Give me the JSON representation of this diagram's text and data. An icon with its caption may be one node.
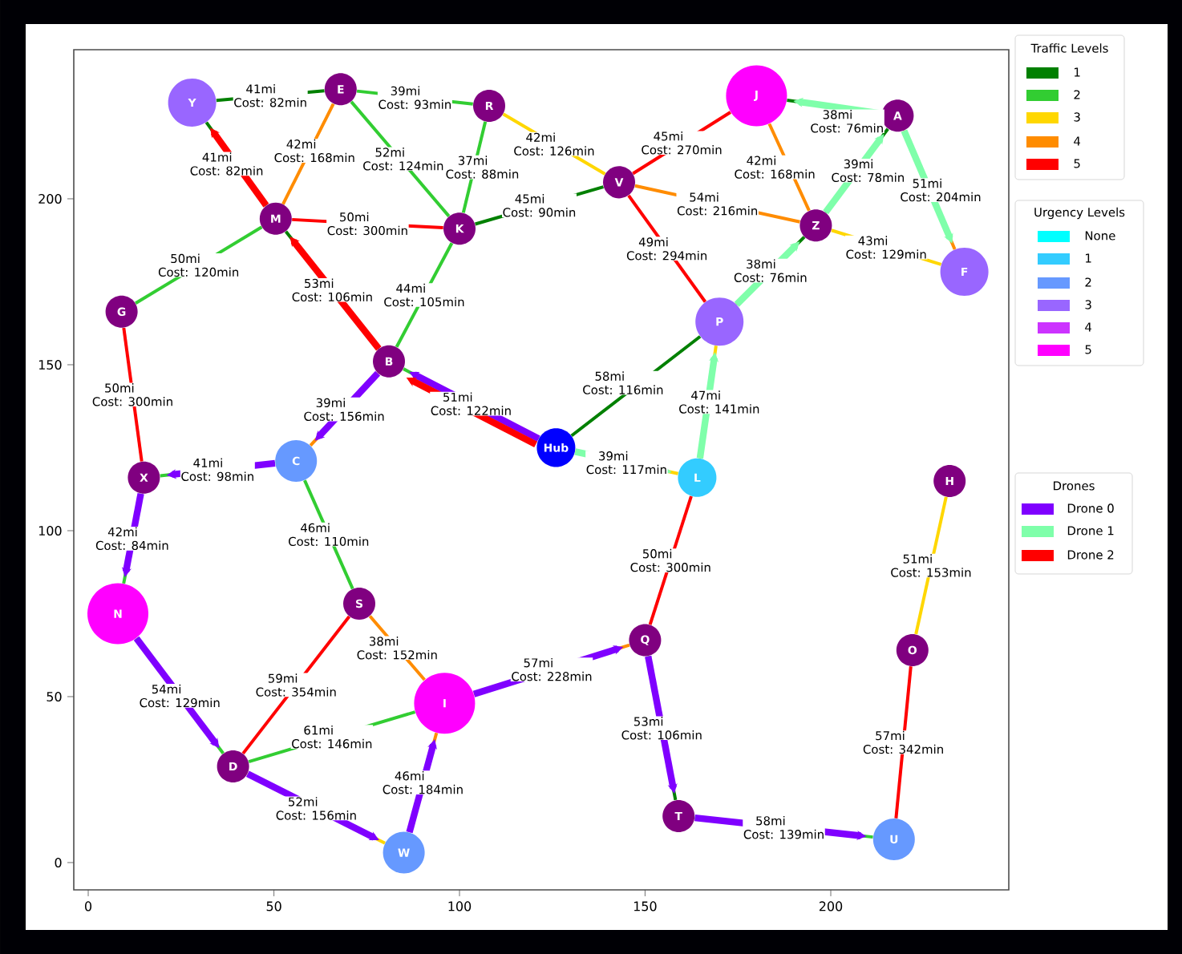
{
  "diagram": {
    "nodes": [
      {
        "text": [
          "Y"
        ]
      },
      {
        "text": [
          "E"
        ]
      },
      {
        "text": [
          "R"
        ]
      },
      {
        "text": [
          "J"
        ]
      },
      {
        "text": [
          "A"
        ]
      },
      {
        "text": [
          "M"
        ]
      },
      {
        "text": [
          "K"
        ]
      },
      {
        "text": [
          "V"
        ]
      },
      {
        "text": [
          "Z"
        ]
      },
      {
        "text": [
          "F"
        ]
      },
      {
        "text": [
          "G"
        ]
      },
      {
        "text": [
          "P"
        ]
      },
      {
        "text": [
          "B"
        ]
      },
      {
        "text": [
          "Hub"
        ]
      },
      {
        "text": [
          "C"
        ]
      },
      {
        "text": [
          "X"
        ]
      },
      {
        "text": [
          "L"
        ]
      },
      {
        "text": [
          "H"
        ]
      },
      {
        "text": [
          "N"
        ]
      },
      {
        "text": [
          "S"
        ]
      },
      {
        "text": [
          "Q"
        ]
      },
      {
        "text": [
          "O"
        ]
      },
      {
        "text": [
          "I"
        ]
      },
      {
        "text": [
          "D"
        ]
      },
      {
        "text": [
          "T"
        ]
      },
      {
        "text": [
          "U"
        ]
      },
      {
        "text": [
          "W"
        ]
      }
    ],
    "edges": [
      {
        "from": 0,
        "to": 1,
        "arrow": "none",
        "label": "41mi Cost: 82min",
        "color": "#008000"
      },
      {
        "from": 1,
        "to": 2,
        "arrow": "none",
        "label": "39mi Cost: 93min"
      },
      {
        "from": 2,
        "to": 7,
        "arrow": "none",
        "label": "42mi Cost: 126min",
        "color": "#ffd700"
      },
      {
        "from": 7,
        "to": 3,
        "arrow": "none",
        "label": "45mi Cost: 270min",
        "color": "#ff0000"
      },
      {
        "from": 3,
        "to": 4,
        "arrow": "none",
        "label": "38mi Cost: 76min",
        "color": "#008000"
      },
      {
        "from": 4,
        "to": 9,
        "arrow": "none",
        "label": "51mi Cost: 204min",
        "color": "#ff8c00"
      },
      {
        "from": 3,
        "to": 8,
        "arrow": "none",
        "label": "42mi Cost: 168min",
        "color": "#ff8c00"
      },
      {
        "from": 8,
        "to": 4,
        "arrow": "none",
        "label": "39mi Cost: 78min",
        "color": "#008000"
      },
      {
        "from": 7,
        "to": 8,
        "arrow": "none",
        "label": "54mi Cost: 216min",
        "color": "#ff8c00"
      },
      {
        "from": 8,
        "to": 9,
        "arrow": "none",
        "label": "43mi Cost: 129min",
        "color": "#ffd700"
      },
      {
        "from": 8,
        "to": 11,
        "arrow": "none",
        "label": "38mi Cost: 76min",
        "color": "#008000"
      },
      {
        "from": 7,
        "to": 11,
        "arrow": "none",
        "label": "49mi Cost: 294min",
        "color": "#ff0000"
      },
      {
        "from": 6,
        "to": 7,
        "arrow": "none",
        "label": "45mi Cost: 90min",
        "color": "#008000"
      },
      {
        "from": 2,
        "to": 6,
        "arrow": "none",
        "label": "37mi Cost: 88min"
      },
      {
        "from": 1,
        "to": 6,
        "arrow": "none",
        "label": "52mi Cost: 124min"
      },
      {
        "from": 1,
        "to": 5,
        "arrow": "none",
        "label": "42mi Cost: 168min",
        "color": "#ff8c00"
      },
      {
        "from": 0,
        "to": 5,
        "arrow": "none",
        "label": "41mi Cost: 82min",
        "color": "#008000"
      },
      {
        "from": 5,
        "to": 6,
        "arrow": "none",
        "label": "50mi Cost: 300min",
        "color": "#ff0000"
      },
      {
        "from": 5,
        "to": 10,
        "arrow": "none",
        "label": "50mi Cost: 120min"
      },
      {
        "from": 5,
        "to": 12,
        "arrow": "none",
        "label": "53mi Cost: 106min",
        "color": "#008000"
      },
      {
        "from": 6,
        "to": 12,
        "arrow": "none",
        "label": "44mi Cost: 105min"
      },
      {
        "from": 10,
        "to": 15,
        "arrow": "none",
        "label": "50mi Cost: 300min",
        "color": "#ff0000"
      },
      {
        "from": 12,
        "to": 14,
        "arrow": "none",
        "label": "39mi Cost: 156min",
        "color": "#ff8c00"
      },
      {
        "from": 12,
        "to": 13,
        "arrow": "none",
        "label": "51mi Cost: 122min"
      },
      {
        "from": 13,
        "to": 11,
        "arrow": "none",
        "label": "58mi Cost: 116min",
        "color": "#008000"
      },
      {
        "from": 16,
        "to": 11,
        "arrow": "none",
        "label": "47mi Cost: 141min",
        "color": "#ffd700"
      },
      {
        "from": 13,
        "to": 16,
        "arrow": "none",
        "label": "39mi Cost: 117min",
        "color": "#ffd700"
      },
      {
        "from": 15,
        "to": 14,
        "arrow": "none",
        "label": "41mi Cost: 98min"
      },
      {
        "from": 14,
        "to": 19,
        "arrow": "none",
        "label": "46mi Cost: 110min"
      },
      {
        "from": 15,
        "to": 18,
        "arrow": "none",
        "label": "42mi Cost: 84min"
      },
      {
        "from": 16,
        "to": 20,
        "arrow": "none",
        "label": "50mi Cost: 300min",
        "color": "#ff0000"
      },
      {
        "from": 17,
        "to": 21,
        "arrow": "none",
        "label": "51mi Cost: 153min",
        "color": "#ffd700"
      },
      {
        "from": 18,
        "to": 23,
        "arrow": "none",
        "label": "54mi Cost: 129min"
      },
      {
        "from": 19,
        "to": 23,
        "arrow": "none",
        "label": "59mi Cost: 354min",
        "color": "#ff0000"
      },
      {
        "from": 19,
        "to": 22,
        "arrow": "none",
        "label": "38mi Cost: 152min",
        "color": "#ff8c00"
      },
      {
        "from": 22,
        "to": 20,
        "arrow": "none",
        "label": "57mi Cost: 228min",
        "color": "#ff8c00"
      },
      {
        "from": 23,
        "to": 22,
        "arrow": "none",
        "label": "61mi Cost: 146min"
      },
      {
        "from": 20,
        "to": 24,
        "arrow": "none",
        "label": "53mi Cost: 106min",
        "color": "#008000"
      },
      {
        "from": 21,
        "to": 25,
        "arrow": "none",
        "label": "57mi Cost: 342min",
        "color": "#ff0000"
      },
      {
        "from": 23,
        "to": 26,
        "arrow": "none",
        "label": "52mi Cost: 156min",
        "color": "#ffd700"
      },
      {
        "from": 22,
        "to": 26,
        "arrow": "none",
        "label": "46mi Cost: 184min",
        "color": "#ff8c00"
      },
      {
        "from": 24,
        "to": 25,
        "arrow": "none",
        "label": "58mi Cost: 139min"
      },
      {
        "from": 13,
        "to": 12,
        "arrow": "to",
        "style": "thick",
        "color": "#7f00ff"
      },
      {
        "from": 12,
        "to": 14,
        "arrow": "to",
        "style": "thick",
        "color": "#7f00ff"
      },
      {
        "from": 14,
        "to": 15,
        "arrow": "to",
        "style": "thick",
        "color": "#7f00ff"
      },
      {
        "from": 15,
        "to": 18,
        "arrow": "to",
        "style": "thick",
        "color": "#7f00ff"
      },
      {
        "from": 18,
        "to": 23,
        "arrow": "to",
        "style": "thick",
        "color": "#7f00ff"
      },
      {
        "from": 23,
        "to": 26,
        "arrow": "to",
        "style": "thick",
        "color": "#7f00ff"
      },
      {
        "from": 26,
        "to": 22,
        "arrow": "to",
        "style": "thick",
        "color": "#7f00ff"
      },
      {
        "from": 22,
        "to": 20,
        "arrow": "to",
        "style": "thick",
        "color": "#7f00ff"
      },
      {
        "from": 20,
        "to": 24,
        "arrow": "to",
        "style": "thick",
        "color": "#7f00ff"
      },
      {
        "from": 24,
        "to": 25,
        "arrow": "to",
        "style": "thick",
        "color": "#7f00ff"
      },
      {
        "from": 13,
        "to": 16,
        "arrow": "to",
        "style": "thick",
        "color": "#7fffaa"
      },
      {
        "from": 16,
        "to": 11,
        "arrow": "to",
        "style": "thick",
        "color": "#7fffaa"
      },
      {
        "from": 11,
        "to": 8,
        "arrow": "to",
        "style": "thick",
        "color": "#7fffaa"
      },
      {
        "from": 8,
        "to": 4,
        "arrow": "to",
        "style": "thick",
        "color": "#7fffaa"
      },
      {
        "from": 4,
        "to": 3,
        "arrow": "to",
        "style": "thick",
        "color": "#7fffaa"
      },
      {
        "from": 4,
        "to": 9,
        "arrow": "to",
        "style": "thick",
        "color": "#7fffaa"
      },
      {
        "from": 13,
        "to": 12,
        "arrow": "to",
        "style": "thick",
        "color": "#ff0000"
      },
      {
        "from": 12,
        "to": 5,
        "arrow": "to",
        "style": "thick",
        "color": "#ff0000"
      },
      {
        "from": 5,
        "to": 0,
        "arrow": "to",
        "style": "thick",
        "color": "#ff0000"
      }
    ],
    "labels": [
      "0",
      "50",
      "100",
      "150",
      "200",
      "0",
      "50",
      "100",
      "150",
      "200",
      "Traffic Levels",
      "Urgency Levels",
      "Drones"
    ],
    "legend": [
      {
        "text": "1",
        "color": "#008000"
      },
      {
        "text": "2",
        "color": "#32cd32"
      },
      {
        "text": "3",
        "color": "#ffd700"
      },
      {
        "text": "4",
        "color": "#ff8c00"
      },
      {
        "text": "5",
        "color": "#ff0000"
      },
      {
        "text": "None",
        "color": "#00ffff"
      },
      {
        "text": "1",
        "color": "#33ccff"
      },
      {
        "text": "2",
        "color": "#6699ff"
      },
      {
        "text": "3",
        "color": "#9966ff"
      },
      {
        "text": "4",
        "color": "#cc33ff"
      },
      {
        "text": "5",
        "color": "#ff00ff"
      },
      {
        "text": "Drone 0",
        "color": "#7f00ff"
      },
      {
        "text": "Drone 1",
        "color": "#7fffaa"
      },
      {
        "text": "Drone 2",
        "color": "#ff0000"
      }
    ]
  }
}
